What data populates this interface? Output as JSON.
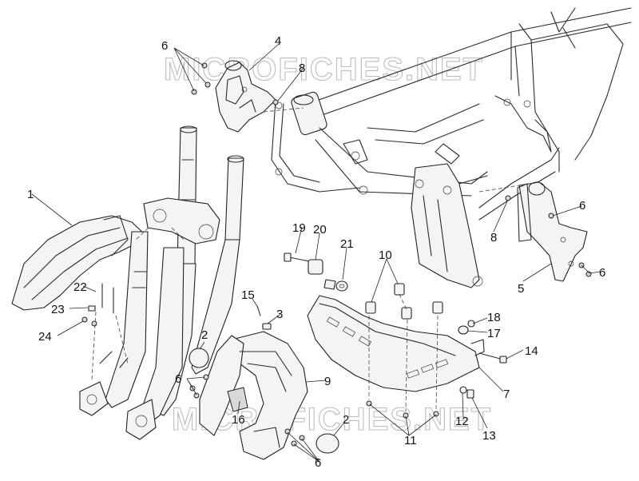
{
  "watermark": "MICROFICHES.NET",
  "callouts": [
    {
      "id": "c1",
      "text": "1"
    },
    {
      "id": "c2a",
      "text": "2"
    },
    {
      "id": "c2b",
      "text": "2"
    },
    {
      "id": "c3",
      "text": "3"
    },
    {
      "id": "c4",
      "text": "4"
    },
    {
      "id": "c5",
      "text": "5"
    },
    {
      "id": "c6a",
      "text": "6"
    },
    {
      "id": "c6b",
      "text": "6"
    },
    {
      "id": "c6c",
      "text": "6"
    },
    {
      "id": "c6d",
      "text": "6"
    },
    {
      "id": "c6e",
      "text": "6"
    },
    {
      "id": "c7",
      "text": "7"
    },
    {
      "id": "c8a",
      "text": "8"
    },
    {
      "id": "c8b",
      "text": "8"
    },
    {
      "id": "c9",
      "text": "9"
    },
    {
      "id": "c10",
      "text": "10"
    },
    {
      "id": "c11",
      "text": "11"
    },
    {
      "id": "c12",
      "text": "12"
    },
    {
      "id": "c13",
      "text": "13"
    },
    {
      "id": "c14",
      "text": "14"
    },
    {
      "id": "c15",
      "text": "15"
    },
    {
      "id": "c16",
      "text": "16"
    },
    {
      "id": "c17",
      "text": "17"
    },
    {
      "id": "c18",
      "text": "18"
    },
    {
      "id": "c19",
      "text": "19"
    },
    {
      "id": "c20",
      "text": "20"
    },
    {
      "id": "c21",
      "text": "21"
    },
    {
      "id": "c22",
      "text": "22"
    },
    {
      "id": "c23",
      "text": "23"
    },
    {
      "id": "c24",
      "text": "24"
    }
  ]
}
